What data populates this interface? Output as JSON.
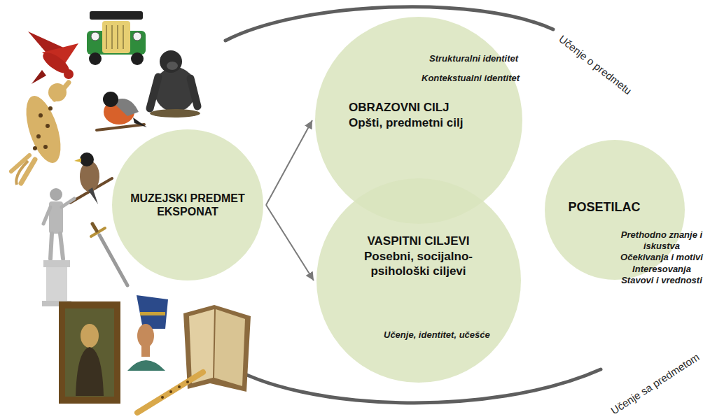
{
  "diagram": {
    "nodes": [
      {
        "text": [
          "MUZEJSKI PREDMET EKSPONAT"
        ]
      },
      {
        "text": [
          "Strukturalni identitet",
          "Kontekstualni identitet",
          "OBRAZOVNI CILJ",
          "Opšti, predmetni cilj"
        ]
      },
      {
        "text": [
          "VASPITNI CILJEVI",
          "Posebni, socijalno-psihološki ciljevi",
          "Učenje, identitet, učešće"
        ]
      },
      {
        "text": [
          "POSETILAC",
          "Prethodno znanje i iskustva",
          "Očekivanja i motivi",
          "Interesovanja",
          "Stavovi i vrednosti"
        ]
      }
    ],
    "edges": [
      {
        "from": 0,
        "to": 1,
        "arrow": "to"
      },
      {
        "from": 0,
        "to": 2,
        "arrow": "to"
      }
    ],
    "labels": [
      "Učenje o predmetu",
      "Učenje sa predmetom"
    ]
  }
}
